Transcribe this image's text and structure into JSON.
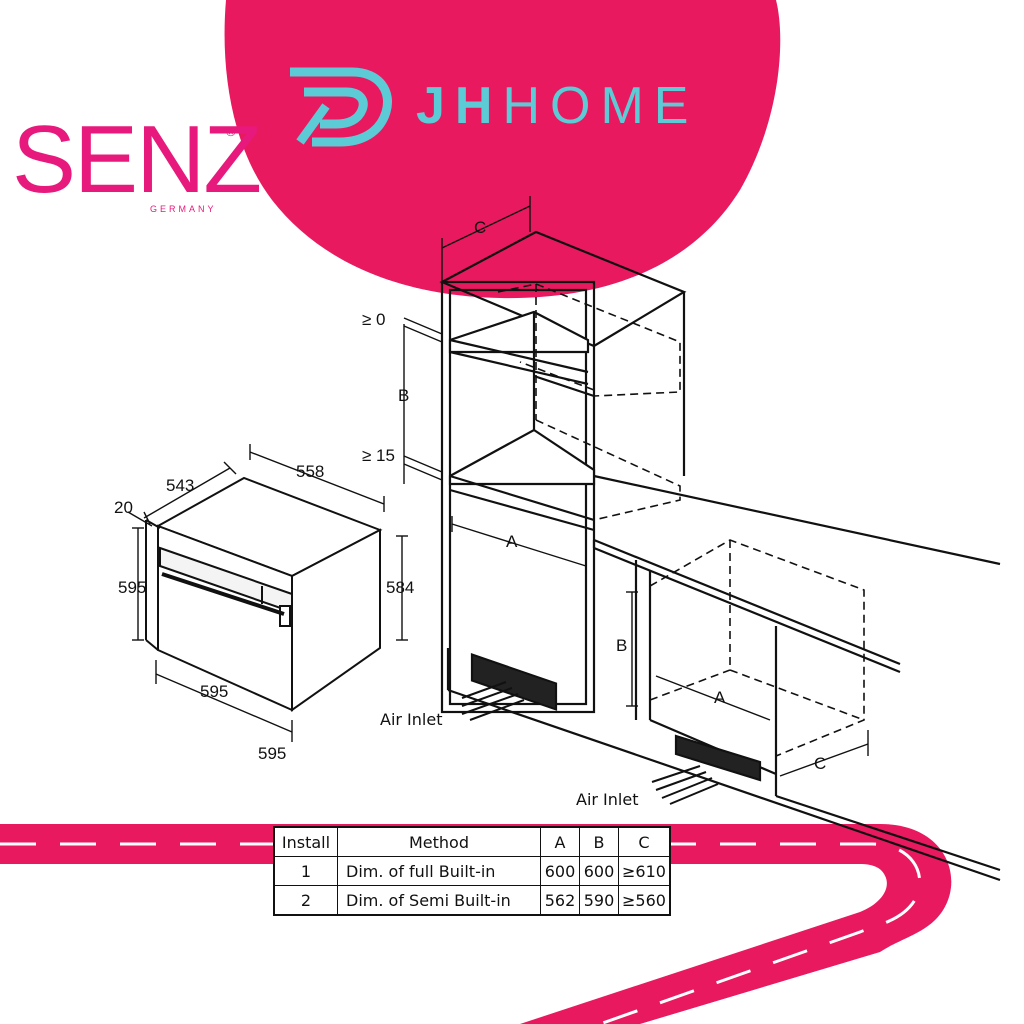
{
  "brand": {
    "senz": {
      "name": "SENZ",
      "registered": "®",
      "sub": "GERMANY",
      "color": "#e8197c"
    },
    "jhhome": {
      "name_bold": "JH",
      "name_light": "HOME",
      "color": "#5ccbd6",
      "logo_icon": "jh-d-logo-icon"
    },
    "banner_color": "#e8195f"
  },
  "oven_dimensions": {
    "top_depth": "543",
    "top_width": "558",
    "front_lip": "20",
    "front_height": "595",
    "body_height": "584",
    "bottom_width": "595",
    "bottom_depth": "595"
  },
  "cabinet_labels": {
    "top_gap": "≥ 0",
    "height_b": "B",
    "lower_gap": "≥ 15",
    "width_a": "A",
    "depth_c": "C",
    "semi_b": "B",
    "semi_a": "A",
    "semi_c": "C",
    "air_inlet_1": "Air Inlet",
    "air_inlet_2": "Air Inlet"
  },
  "spec_table": {
    "headers": [
      "Install",
      "Method",
      "A",
      "B",
      "C"
    ],
    "rows": [
      {
        "install": "1",
        "method": "Dim. of full Built-in",
        "a": "600",
        "b": "600",
        "c": "≥610"
      },
      {
        "install": "2",
        "method": "Dim. of Semi Built-in",
        "a": "562",
        "b": "590",
        "c": "≥560"
      }
    ]
  }
}
